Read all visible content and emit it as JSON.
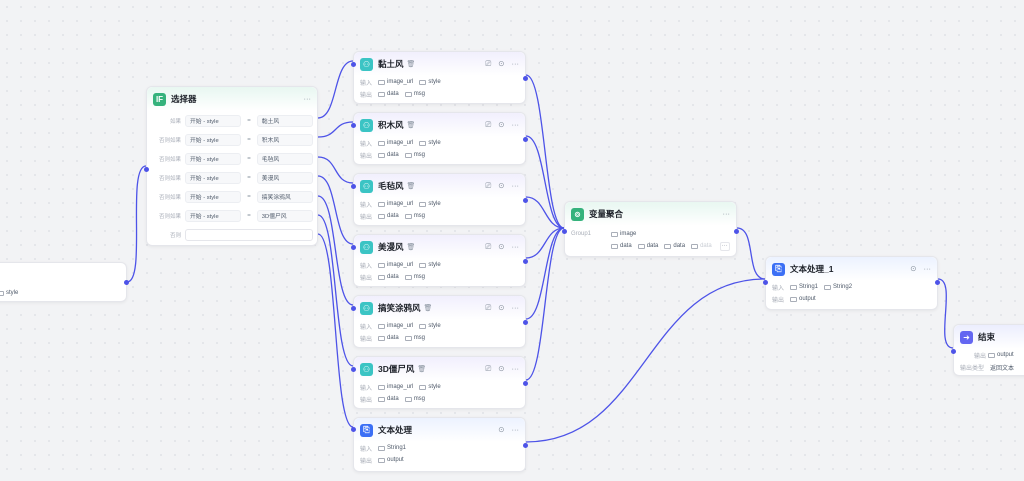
{
  "colors": {
    "accent": "#4d53e8",
    "teal": "#3bc4c4",
    "green": "#35b27c",
    "blue": "#3b82f6",
    "purple": "#6366f1"
  },
  "partial_node": {
    "tag": "style"
  },
  "selector": {
    "icon_text": "IF",
    "title": "选择器",
    "menu": "···",
    "rows": [
      {
        "label": "如果",
        "left": "开始 - style",
        "op": "=",
        "right": "黏土风"
      },
      {
        "label": "否则如果",
        "left": "开始 - style",
        "op": "=",
        "right": "积木风"
      },
      {
        "label": "否则如果",
        "left": "开始 - style",
        "op": "=",
        "right": "毛毡风"
      },
      {
        "label": "否则如果",
        "left": "开始 - style",
        "op": "=",
        "right": "美漫风"
      },
      {
        "label": "否则如果",
        "left": "开始 - style",
        "op": "=",
        "right": "搞笑涂鸦风"
      },
      {
        "label": "否则如果",
        "left": "开始 - style",
        "op": "=",
        "right": "3D僵尸风"
      }
    ],
    "else_label": "否则"
  },
  "style_nodes": [
    {
      "title": "黏土风",
      "badge": "🗑",
      "input_label": "输入",
      "inputs": [
        "image_url",
        "style"
      ],
      "output_label": "输出",
      "outputs": [
        "data",
        "msg"
      ]
    },
    {
      "title": "积木风",
      "badge": "🗑",
      "input_label": "输入",
      "inputs": [
        "image_url",
        "style"
      ],
      "output_label": "输出",
      "outputs": [
        "data",
        "msg"
      ]
    },
    {
      "title": "毛毡风",
      "badge": "🗑",
      "input_label": "输入",
      "inputs": [
        "image_url",
        "style"
      ],
      "output_label": "输出",
      "outputs": [
        "data",
        "msg"
      ]
    },
    {
      "title": "美漫风",
      "badge": "🗑",
      "input_label": "输入",
      "inputs": [
        "image_url",
        "style"
      ],
      "output_label": "输出",
      "outputs": [
        "data",
        "msg"
      ]
    },
    {
      "title": "搞笑涂鸦风",
      "badge": "🗑",
      "input_label": "输入",
      "inputs": [
        "image_url",
        "style"
      ],
      "output_label": "输出",
      "outputs": [
        "data",
        "msg"
      ]
    },
    {
      "title": "3D僵尸风",
      "badge": "🗑",
      "input_label": "输入",
      "inputs": [
        "image_url",
        "style"
      ],
      "output_label": "输出",
      "outputs": [
        "data",
        "msg"
      ]
    }
  ],
  "text_node": {
    "title": "文本处理",
    "input_label": "输入",
    "input": "String1",
    "output_label": "输出",
    "output": "output"
  },
  "aggregate": {
    "title": "变量聚合",
    "group_label": "Group1",
    "group_var": "image",
    "items": [
      "data",
      "data",
      "data",
      "data"
    ],
    "more": "···"
  },
  "text_node_1": {
    "title": "文本处理_1",
    "input_label": "输入",
    "inputs": [
      "String1",
      "String2"
    ],
    "output_label": "输出",
    "output": "output"
  },
  "end_node": {
    "title": "结束",
    "output_label": "输出",
    "output": "output",
    "type_label": "输出类型",
    "type_value": "返回文本"
  },
  "actions": {
    "more": "···"
  }
}
